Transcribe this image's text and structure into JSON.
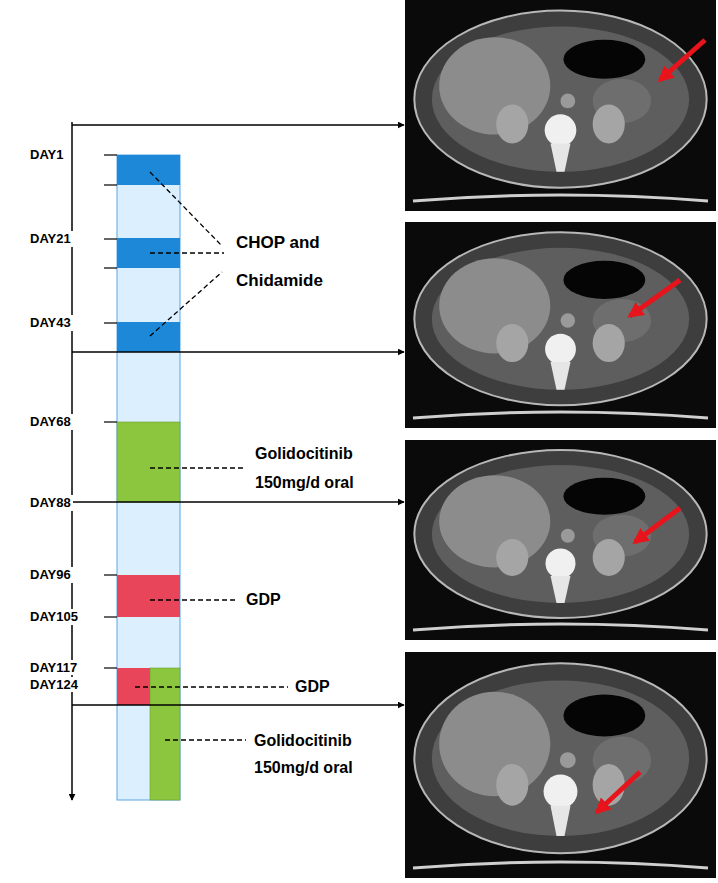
{
  "diagram": {
    "labels": [
      "DAY1",
      "DAY21",
      "DAY43",
      "DAY68",
      "DAY88",
      "DAY96",
      "DAY105",
      "DAY117",
      "DAY124",
      "CHOP and Chidamide",
      "Golidocitinib 150mg/d oral",
      "GDP",
      "GDP",
      "Golidocitinib 150mg/d oral"
    ]
  }
}
